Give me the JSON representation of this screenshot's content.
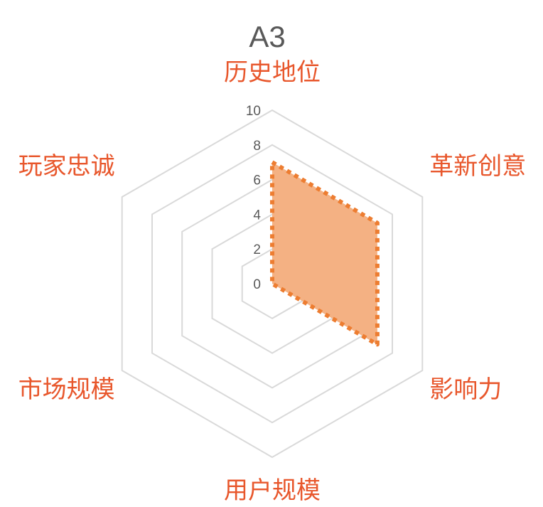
{
  "chart_data": {
    "type": "radar",
    "title": "A3",
    "categories": [
      "历史地位",
      "革新创意",
      "影响力",
      "用户规模",
      "市场规模",
      "玩家忠诚"
    ],
    "values": [
      7,
      7,
      7,
      0,
      0,
      0
    ],
    "rlim": [
      0,
      10
    ],
    "ticks": [
      "0",
      "2",
      "4",
      "6",
      "8",
      "10"
    ],
    "legend": "none",
    "grid": true
  },
  "colors": {
    "label": "#e8572c",
    "fill": "#f4b183",
    "line": "#ed7d31",
    "grid": "#d9d9d9",
    "text": "#595959"
  }
}
